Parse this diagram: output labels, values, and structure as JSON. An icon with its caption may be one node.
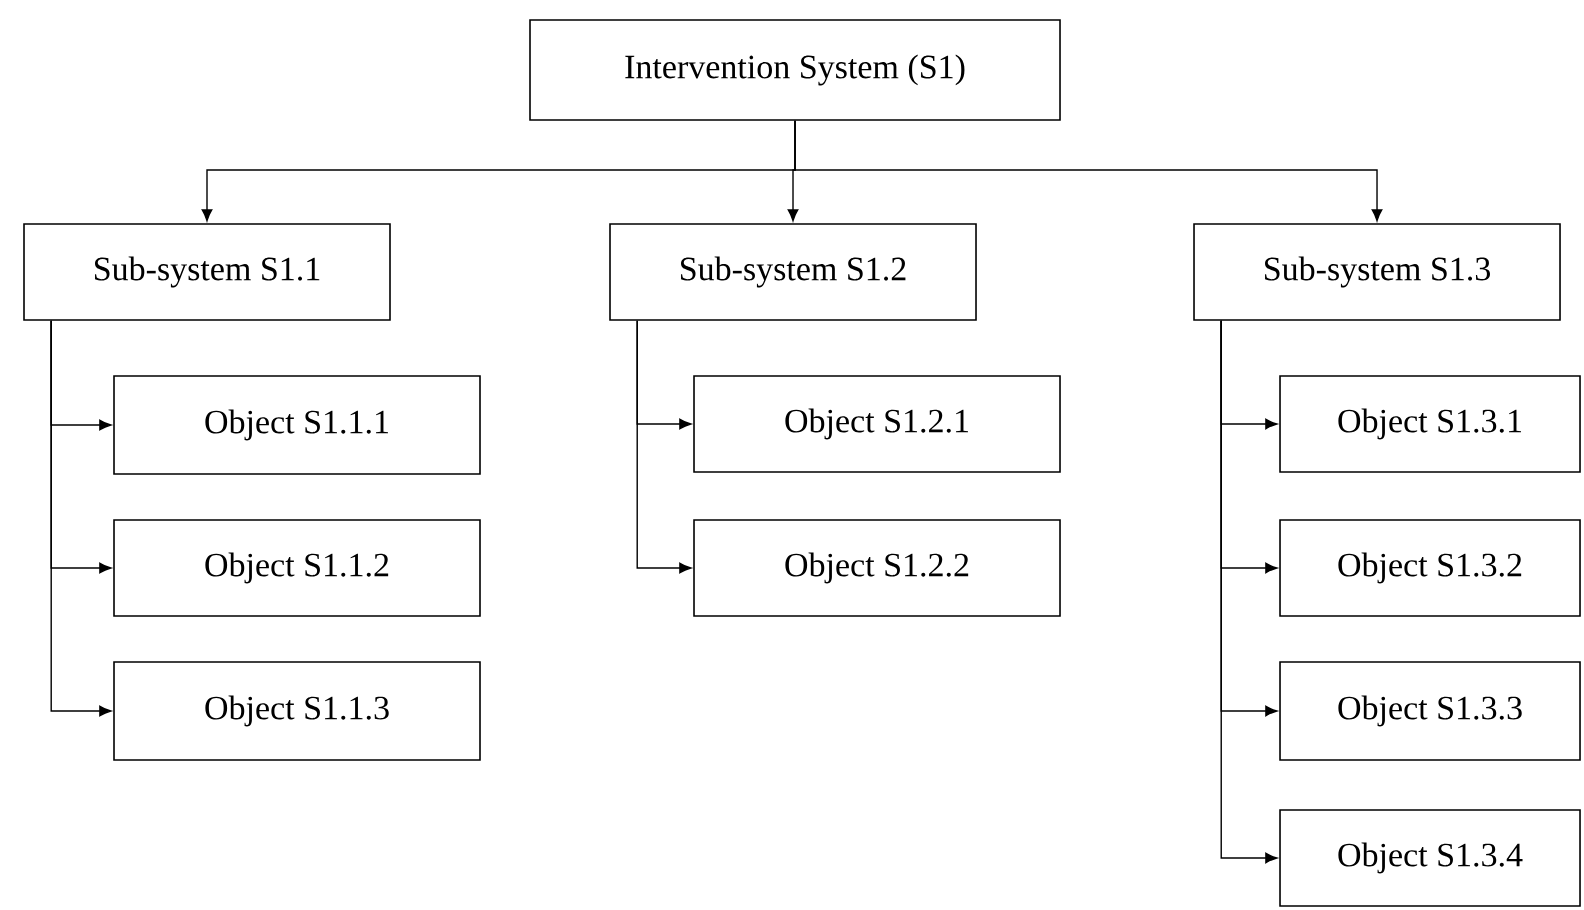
{
  "diagram": {
    "nodes": [
      {
        "text": [
          "Intervention System (S1)"
        ]
      },
      {
        "text": [
          "Sub-system S1.1"
        ]
      },
      {
        "text": [
          "Sub-system S1.2"
        ]
      },
      {
        "text": [
          "Sub-system S1.3"
        ]
      },
      {
        "text": [
          "Object S1.1.1"
        ]
      },
      {
        "text": [
          "Object S1.1.2"
        ]
      },
      {
        "text": [
          "Object S1.1.3"
        ]
      },
      {
        "text": [
          "Object S1.2.1"
        ]
      },
      {
        "text": [
          "Object S1.2.2"
        ]
      },
      {
        "text": [
          "Object S1.3.1"
        ]
      },
      {
        "text": [
          "Object S1.3.2"
        ]
      },
      {
        "text": [
          "Object S1.3.3"
        ]
      },
      {
        "text": [
          "Object S1.3.4"
        ]
      }
    ],
    "edges": [
      {
        "from": 0,
        "to": 1,
        "arrow": "to"
      },
      {
        "from": 0,
        "to": 2,
        "arrow": "to"
      },
      {
        "from": 0,
        "to": 3,
        "arrow": "to"
      },
      {
        "from": 1,
        "to": 4,
        "arrow": "to"
      },
      {
        "from": 1,
        "to": 5,
        "arrow": "to"
      },
      {
        "from": 1,
        "to": 6,
        "arrow": "to"
      },
      {
        "from": 2,
        "to": 7,
        "arrow": "to"
      },
      {
        "from": 2,
        "to": 8,
        "arrow": "to"
      },
      {
        "from": 3,
        "to": 9,
        "arrow": "to"
      },
      {
        "from": 3,
        "to": 10,
        "arrow": "to"
      },
      {
        "from": 3,
        "to": 11,
        "arrow": "to"
      },
      {
        "from": 3,
        "to": 12,
        "arrow": "to"
      }
    ]
  }
}
